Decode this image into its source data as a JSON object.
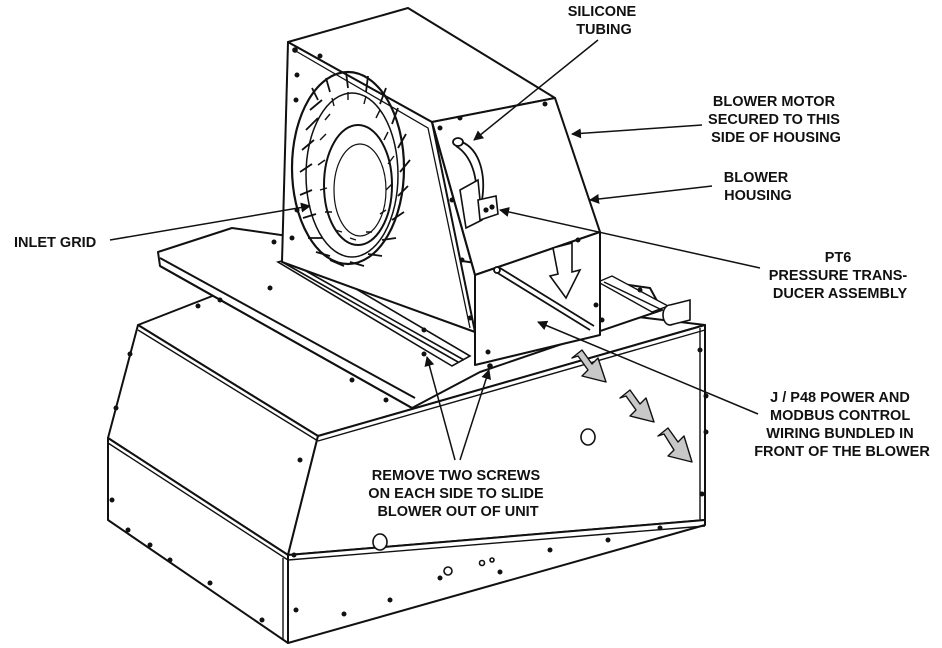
{
  "labels": {
    "silicone_tubing": [
      "SILICONE",
      "TUBING"
    ],
    "blower_motor": [
      "BLOWER MOTOR",
      "SECURED TO THIS",
      "SIDE OF HOUSING"
    ],
    "blower_housing": [
      "BLOWER",
      "HOUSING"
    ],
    "inlet_grid": [
      "INLET GRID"
    ],
    "pt6": [
      "PT6",
      "PRESSURE TRANS-",
      "DUCER ASSEMBLY"
    ],
    "wiring": [
      "J / P48 POWER AND",
      "MODBUS CONTROL",
      "WIRING BUNDLED IN",
      "FRONT OF THE BLOWER"
    ],
    "remove_screws": [
      "REMOVE TWO SCREWS",
      "ON EACH SIDE TO SLIDE",
      "BLOWER OUT OF UNIT"
    ]
  },
  "colors": {
    "line": "#111111",
    "arrow_fill": "#c8c8c8",
    "background": "#ffffff"
  }
}
